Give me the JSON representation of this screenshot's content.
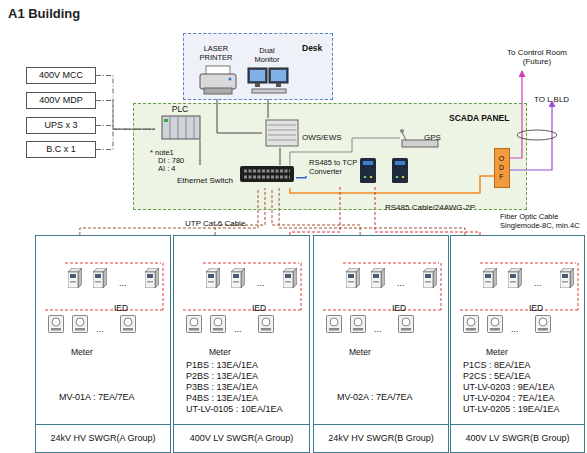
{
  "diagram": {
    "title": "A1 Building",
    "nodes": [
      {
        "text": [
          "400V MCC"
        ]
      },
      {
        "text": [
          "400V MDP"
        ]
      },
      {
        "text": [
          "UPS x 3"
        ]
      },
      {
        "text": [
          "B.C x 1"
        ]
      },
      {
        "text": [
          "Desk"
        ]
      },
      {
        "text": [
          "LASER PRINTER"
        ],
        "in": 4
      },
      {
        "text": [
          "Dual Monitor"
        ],
        "in": 4
      },
      {
        "text": [
          "SCADA PANEL"
        ]
      },
      {
        "text": [
          "PLC"
        ],
        "in": 7
      },
      {
        "text": [
          "OWS/EWS"
        ],
        "in": 7
      },
      {
        "text": [
          "GPS"
        ],
        "in": 7
      },
      {
        "text": [
          "Ethernet Switch"
        ],
        "in": 7
      },
      {
        "text": [
          "RS485 to TCP Converter"
        ],
        "in": 7
      },
      {
        "text": [
          "ODF"
        ],
        "in": 7
      },
      {
        "text": [
          "IED",
          "Meter",
          "MV-01A : 7EA/7EA"
        ]
      },
      {
        "text": [
          "24kV HV SWGR(A Group)"
        ],
        "in": 14
      },
      {
        "text": [
          "IED",
          "Meter",
          "P1BS : 13EA/1EA",
          "P2BS : 13EA/1EA",
          "P3BS : 13EA/1EA",
          "P4BS : 13EA/1EA",
          "UT-LV-0105 : 10EA/1EA"
        ]
      },
      {
        "text": [
          "400V LV SWGR(A Group)"
        ],
        "in": 16
      },
      {
        "text": [
          "IED",
          "Meter",
          "MV-02A : 7EA/7EA"
        ]
      },
      {
        "text": [
          "24kV HV SWGR(B Group)"
        ],
        "in": 18
      },
      {
        "text": [
          "IED",
          "Meter",
          "P1CS : 8EA/1EA",
          "P2CS : 5EA/1EA",
          "UT-LV-0203 : 9EA/1EA",
          "UT-LV-0204 : 7EA/1EA",
          "UT-LV-0205 : 19EA/1EA"
        ]
      },
      {
        "text": [
          "400V LV SWGR(B Group)"
        ],
        "in": 20
      }
    ],
    "edges": [
      {
        "from": 0,
        "to": 8,
        "arrow": "none"
      },
      {
        "from": 1,
        "to": 8,
        "arrow": "none"
      },
      {
        "from": 2,
        "to": 8,
        "arrow": "none"
      },
      {
        "from": 3,
        "to": 8,
        "arrow": "none"
      },
      {
        "from": 5,
        "to": 9,
        "arrow": "none"
      },
      {
        "from": 6,
        "to": 9,
        "arrow": "none"
      },
      {
        "from": 8,
        "to": 11,
        "arrow": "none"
      },
      {
        "from": 9,
        "to": 11,
        "arrow": "none"
      },
      {
        "from": 10,
        "to": 11,
        "arrow": "none"
      },
      {
        "from": 12,
        "to": 11,
        "arrow": "none"
      },
      {
        "from": 11,
        "to": 13,
        "arrow": "none"
      },
      {
        "from": 14,
        "to": 11,
        "arrow": "none"
      },
      {
        "from": 16,
        "to": 11,
        "arrow": "none"
      },
      {
        "from": 18,
        "to": 11,
        "arrow": "none"
      },
      {
        "from": 20,
        "to": 11,
        "arrow": "none"
      },
      {
        "from": 16,
        "to": 12,
        "arrow": "none"
      },
      {
        "from": 20,
        "to": 12,
        "arrow": "none"
      }
    ],
    "labels": [
      "* note1",
      "DI : 780",
      "AI : 4",
      "To Control Room (Future)",
      "TO L BLD",
      "UTP Cat.6 Cable",
      "RS485 Cable/24AWG-2P",
      "Fiber Optic Cable Singlemode-8C, min.4C",
      "...",
      "...",
      "...",
      "...",
      "...",
      "...",
      "...",
      "..."
    ]
  }
}
